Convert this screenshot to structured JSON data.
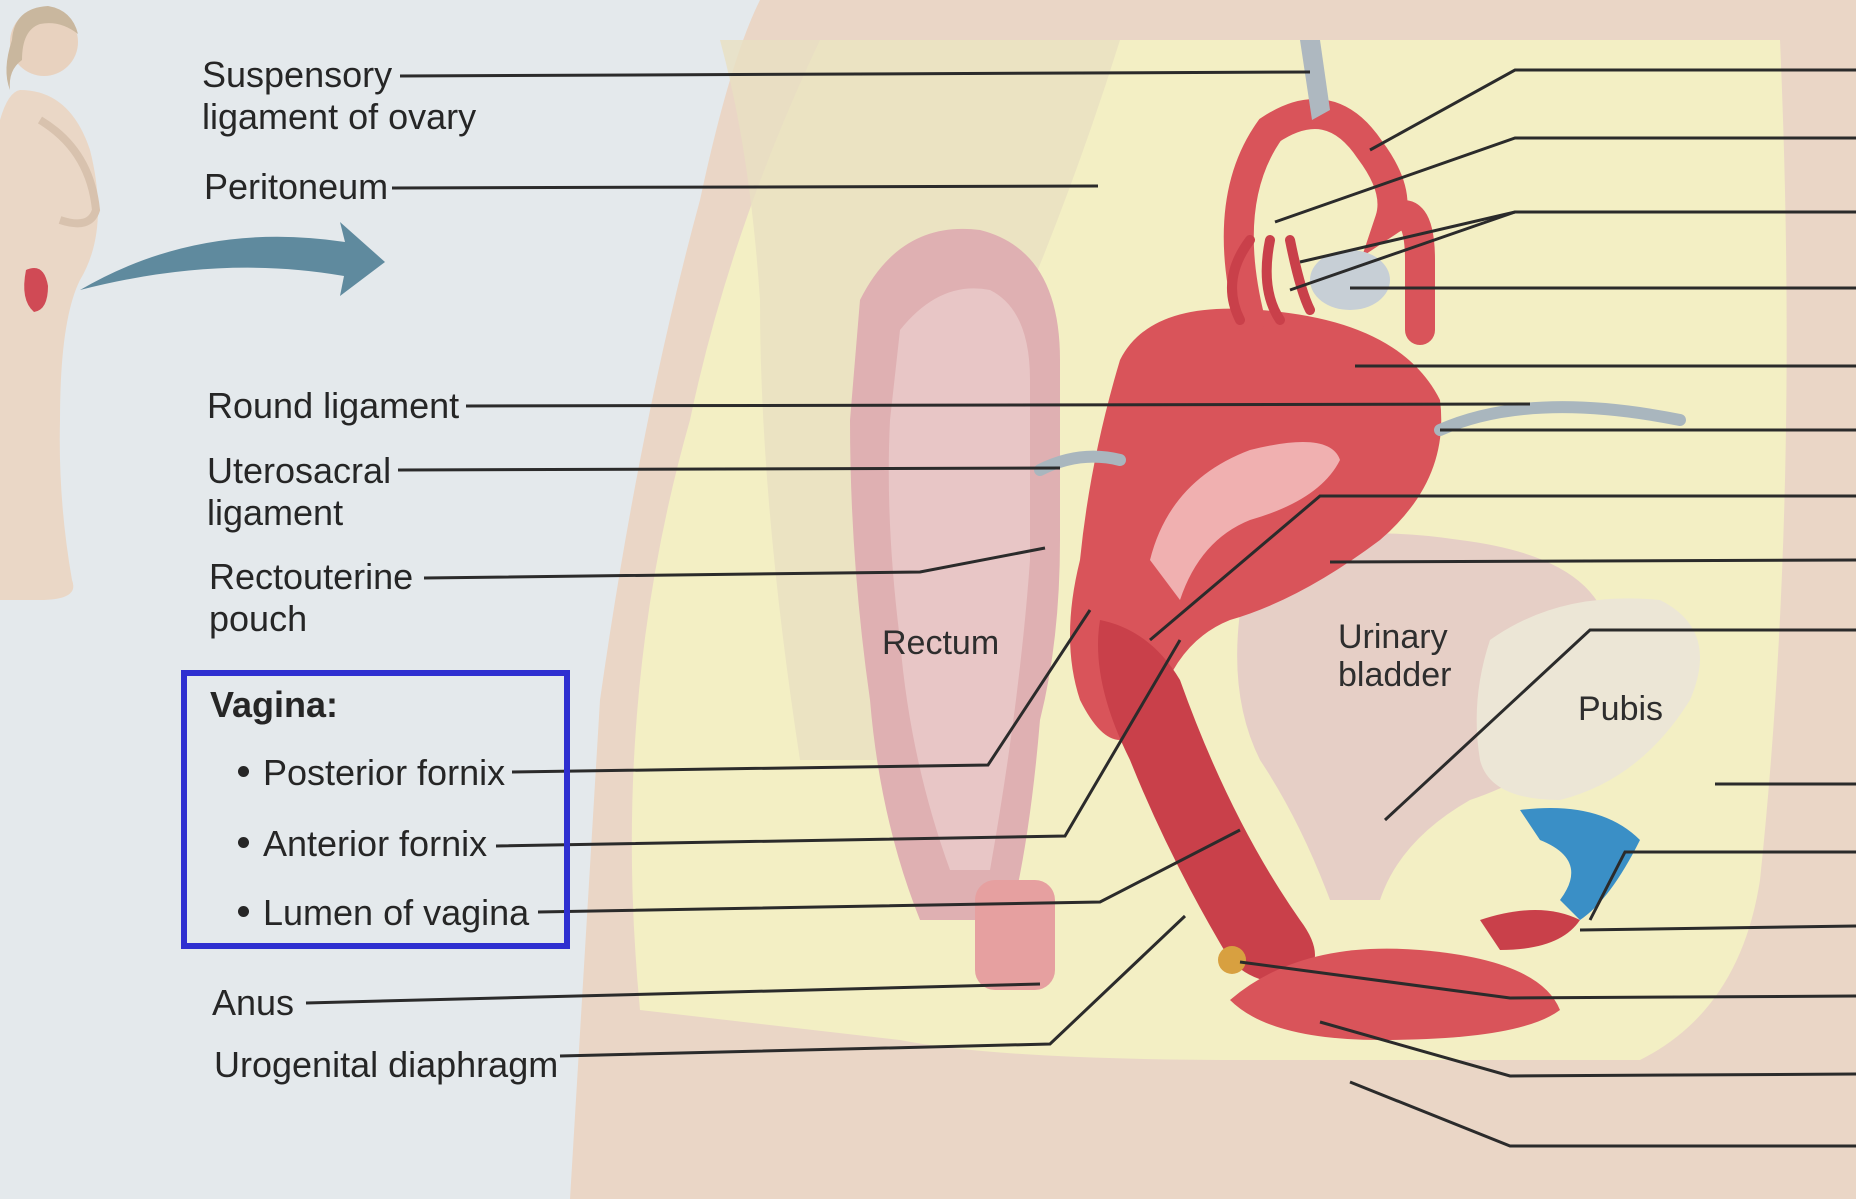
{
  "left_labels": {
    "suspensory_ligament": "Suspensory ligament of ovary",
    "peritoneum": "Peritoneum",
    "round_ligament": "Round ligament",
    "uterosacral_ligament": "Uterosacral ligament",
    "rectouterine_pouch": "Rectouterine pouch",
    "anus": "Anus",
    "urogenital_diaphragm": "Urogenital diaphragm"
  },
  "vagina_box": {
    "heading": "Vagina:",
    "items": [
      "Posterior fornix",
      "Anterior fornix",
      "Lumen of vagina"
    ]
  },
  "region_labels": {
    "rectum": "Rectum",
    "urinary_bladder_line1": "Urinary",
    "urinary_bladder_line2": "bladder",
    "pubis": "Pubis"
  },
  "colors": {
    "box_border": "#2f2fd0",
    "muscle_red": "#d9545a",
    "tissue_yellow": "#f3efc4",
    "skin": "#ecd8c8",
    "leader_line": "#2b2b2b"
  }
}
